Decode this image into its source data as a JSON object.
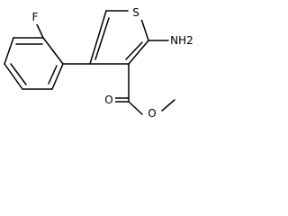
{
  "molecule": {
    "atoms": {
      "sulfur": "S",
      "amino": "NH2",
      "fluorine": "F",
      "carbonyl_oxygen": "O",
      "ester_oxygen": "O"
    }
  }
}
